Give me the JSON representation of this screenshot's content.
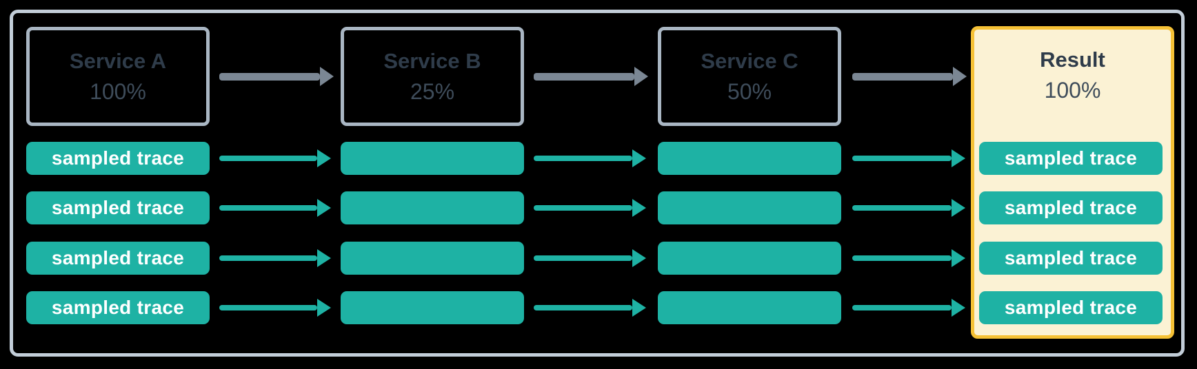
{
  "diagram": {
    "description": "Distributed trace sampling flow across services",
    "columns": [
      {
        "key": "service-a",
        "label": "Service A",
        "rate": "100%"
      },
      {
        "key": "service-b",
        "label": "Service B",
        "rate": "25%"
      },
      {
        "key": "service-c",
        "label": "Service C",
        "rate": "50%"
      },
      {
        "key": "result",
        "label": "Result",
        "rate": "100%"
      }
    ],
    "trace_label": "sampled trace",
    "trace_rows": 4,
    "colors": {
      "background": "#000000",
      "frame_border": "#c2cdd8",
      "service_border": "#a9b6c3",
      "service_title": "#2f3c4a",
      "service_rate": "#3e4c5a",
      "trace_fill": "#1eb2a4",
      "trace_text": "#ffffff",
      "trace_arrow": "#1eb2a4",
      "flow_arrow": "#7b8794",
      "result_border": "#f5c136",
      "result_fill": "#fbf2d4"
    }
  }
}
